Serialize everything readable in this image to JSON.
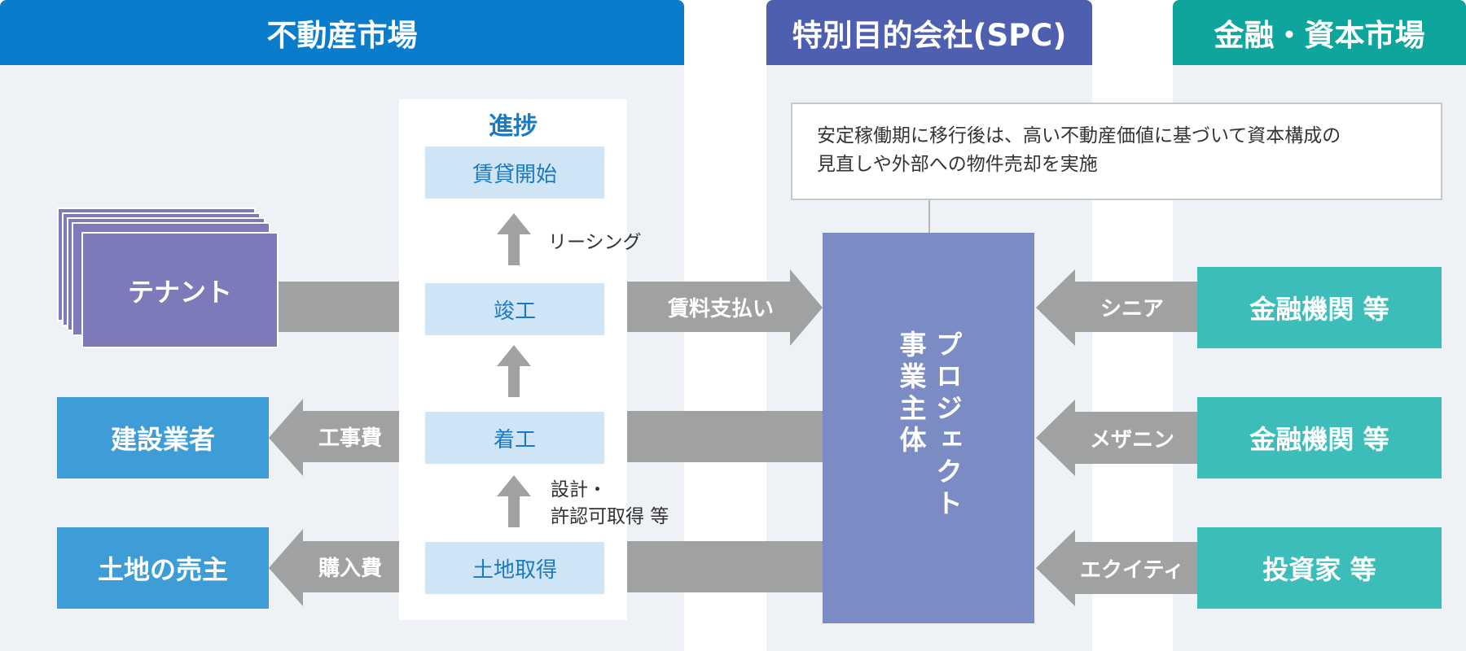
{
  "headers": {
    "real_estate_market": "不動産市場",
    "spc": "特別目的会社(SPC)",
    "finance_market": "金融・資本市場"
  },
  "progress": {
    "title": "進捗",
    "steps": [
      "賃貸開始",
      "竣工",
      "着工",
      "土地取得"
    ],
    "transitions": [
      "リーシング",
      "",
      "設計・\n許認可取得 等"
    ]
  },
  "left_entities": {
    "tenant": "テナント",
    "contractor": "建設業者",
    "land_seller": "土地の売主"
  },
  "flows": {
    "rent_payment": "賃料支払い",
    "construction_cost": "工事費",
    "purchase_cost": "購入費"
  },
  "spc": {
    "entity": "プロジェクト\n事業主体",
    "note": "安定稼働期に移行後は、高い不動産価値に基づいて資本構成の\n見直しや外部への物件売却を実施"
  },
  "finance": {
    "tranches": [
      "シニア",
      "メザニン",
      "エクイティ"
    ],
    "providers": [
      "金融機関 等",
      "金融機関 等",
      "投資家 等"
    ]
  },
  "colors": {
    "blue_header": "#0a7ccc",
    "spc_header": "#4e5faf",
    "teal_header": "#0ea59c",
    "tenant": "#7c7ab8",
    "entity_blue": "#3e9cd6",
    "spc_box": "#7b8cc4",
    "teal_box": "#3dbdb9",
    "arrow_gray": "#a0a1a1"
  }
}
